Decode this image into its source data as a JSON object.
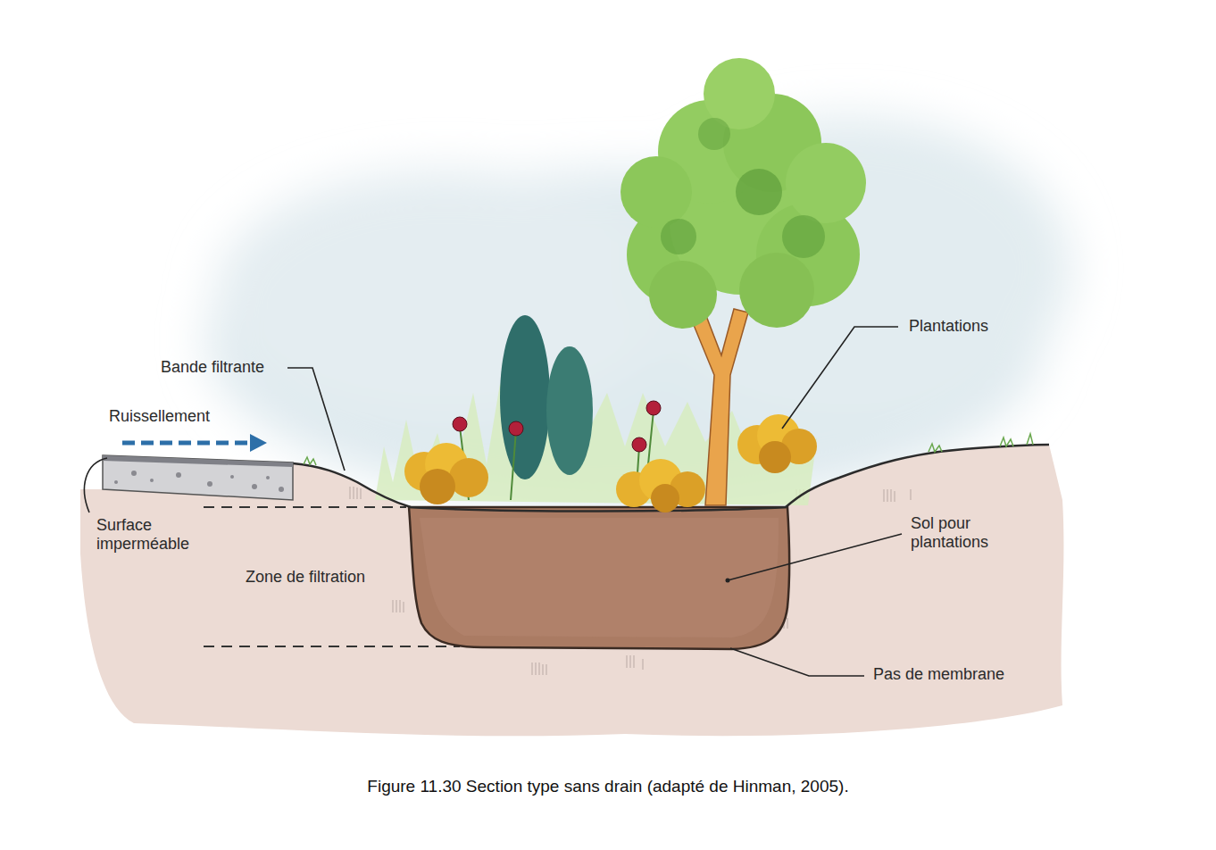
{
  "diagram": {
    "caption": "Figure 11.30 Section type sans drain (adapté de Hinman, 2005).",
    "labels": [
      "Plantations",
      "Bande filtrante",
      "Ruissellement",
      "Surface imperméable",
      "Zone de filtration",
      "Sol pour plantations",
      "Pas de membrane"
    ]
  }
}
